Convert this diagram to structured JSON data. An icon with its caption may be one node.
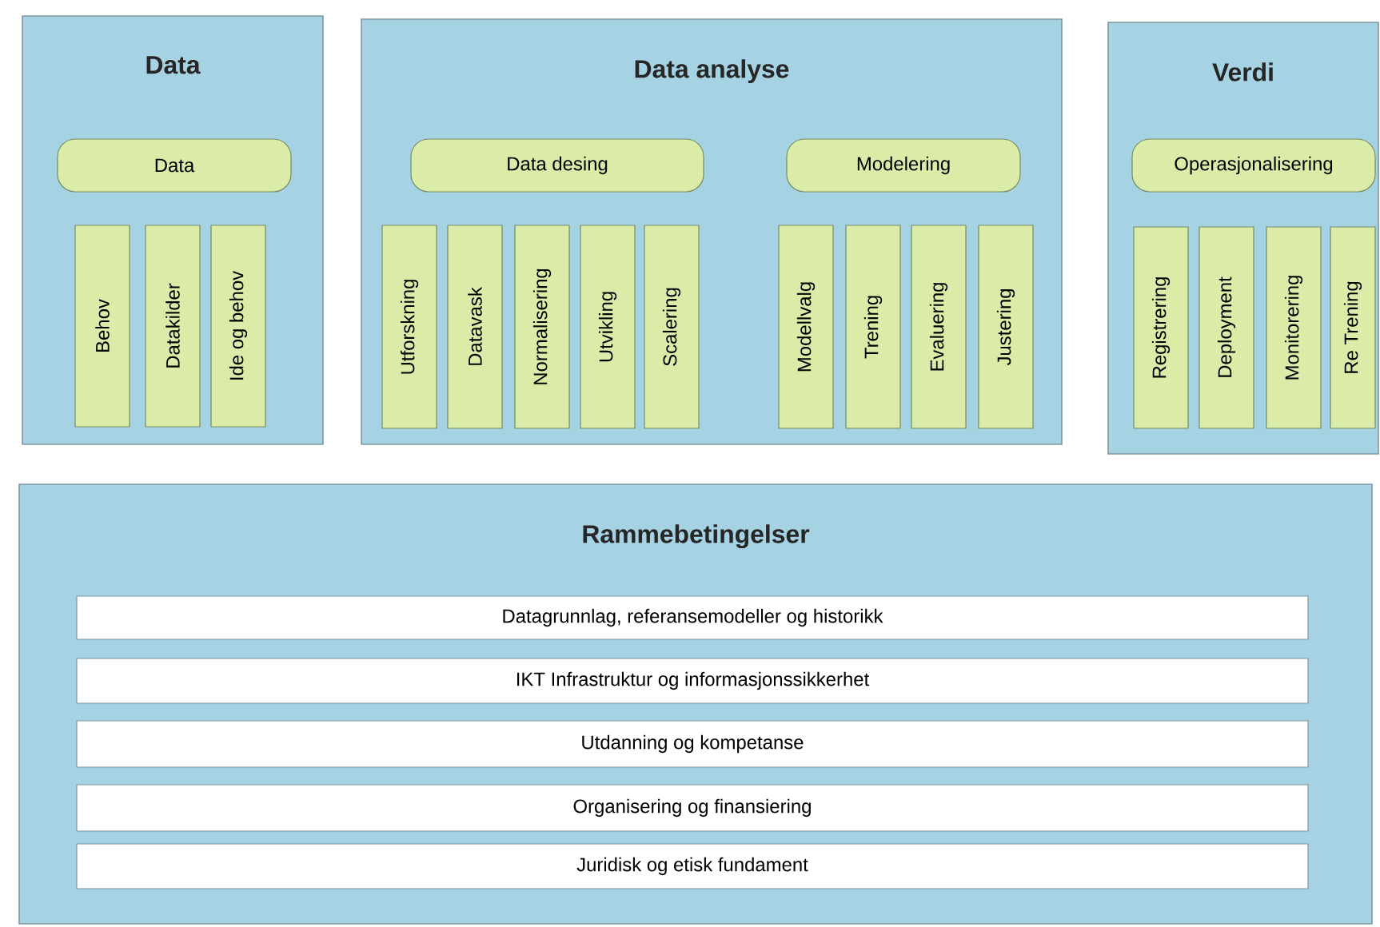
{
  "diagram": {
    "nodes": [
      {
        "text": [
          "Data"
        ]
      },
      {
        "text": [
          "Data"
        ],
        "in": 0
      },
      {
        "text": [
          "Behov"
        ],
        "in": 0
      },
      {
        "text": [
          "Datakilder"
        ],
        "in": 0
      },
      {
        "text": [
          "Ide og behov"
        ],
        "in": 0
      },
      {
        "text": [
          "Data analyse"
        ]
      },
      {
        "text": [
          "Data desing"
        ],
        "in": 5
      },
      {
        "text": [
          "Modelering"
        ],
        "in": 5
      },
      {
        "text": [
          "Utforskning"
        ],
        "in": 5
      },
      {
        "text": [
          "Datavask"
        ],
        "in": 5
      },
      {
        "text": [
          "Normalisering"
        ],
        "in": 5
      },
      {
        "text": [
          "Utvikling"
        ],
        "in": 5
      },
      {
        "text": [
          "Scalering"
        ],
        "in": 5
      },
      {
        "text": [
          "Modellvalg"
        ],
        "in": 5
      },
      {
        "text": [
          "Trening"
        ],
        "in": 5
      },
      {
        "text": [
          "Evaluering"
        ],
        "in": 5
      },
      {
        "text": [
          "Justering"
        ],
        "in": 5
      },
      {
        "text": [
          "Verdi"
        ]
      },
      {
        "text": [
          "Operasjonalisering"
        ],
        "in": 17
      },
      {
        "text": [
          "Registrering"
        ],
        "in": 17
      },
      {
        "text": [
          "Deployment"
        ],
        "in": 17
      },
      {
        "text": [
          "Monitorering"
        ],
        "in": 17
      },
      {
        "text": [
          "Re Trening"
        ],
        "in": 17
      },
      {
        "text": [
          "Rammebetingelser"
        ]
      },
      {
        "text": [
          "Datagrunnlag, referansemodeller og historikk"
        ],
        "in": 23
      },
      {
        "text": [
          "IKT Infrastruktur og informasjonssikkerhet"
        ],
        "in": 23
      },
      {
        "text": [
          "Utdanning og kompetanse"
        ],
        "in": 23
      },
      {
        "text": [
          "Organisering og finansiering"
        ],
        "in": 23
      },
      {
        "text": [
          "Juridisk og etisk fundament"
        ],
        "in": 23
      }
    ]
  }
}
